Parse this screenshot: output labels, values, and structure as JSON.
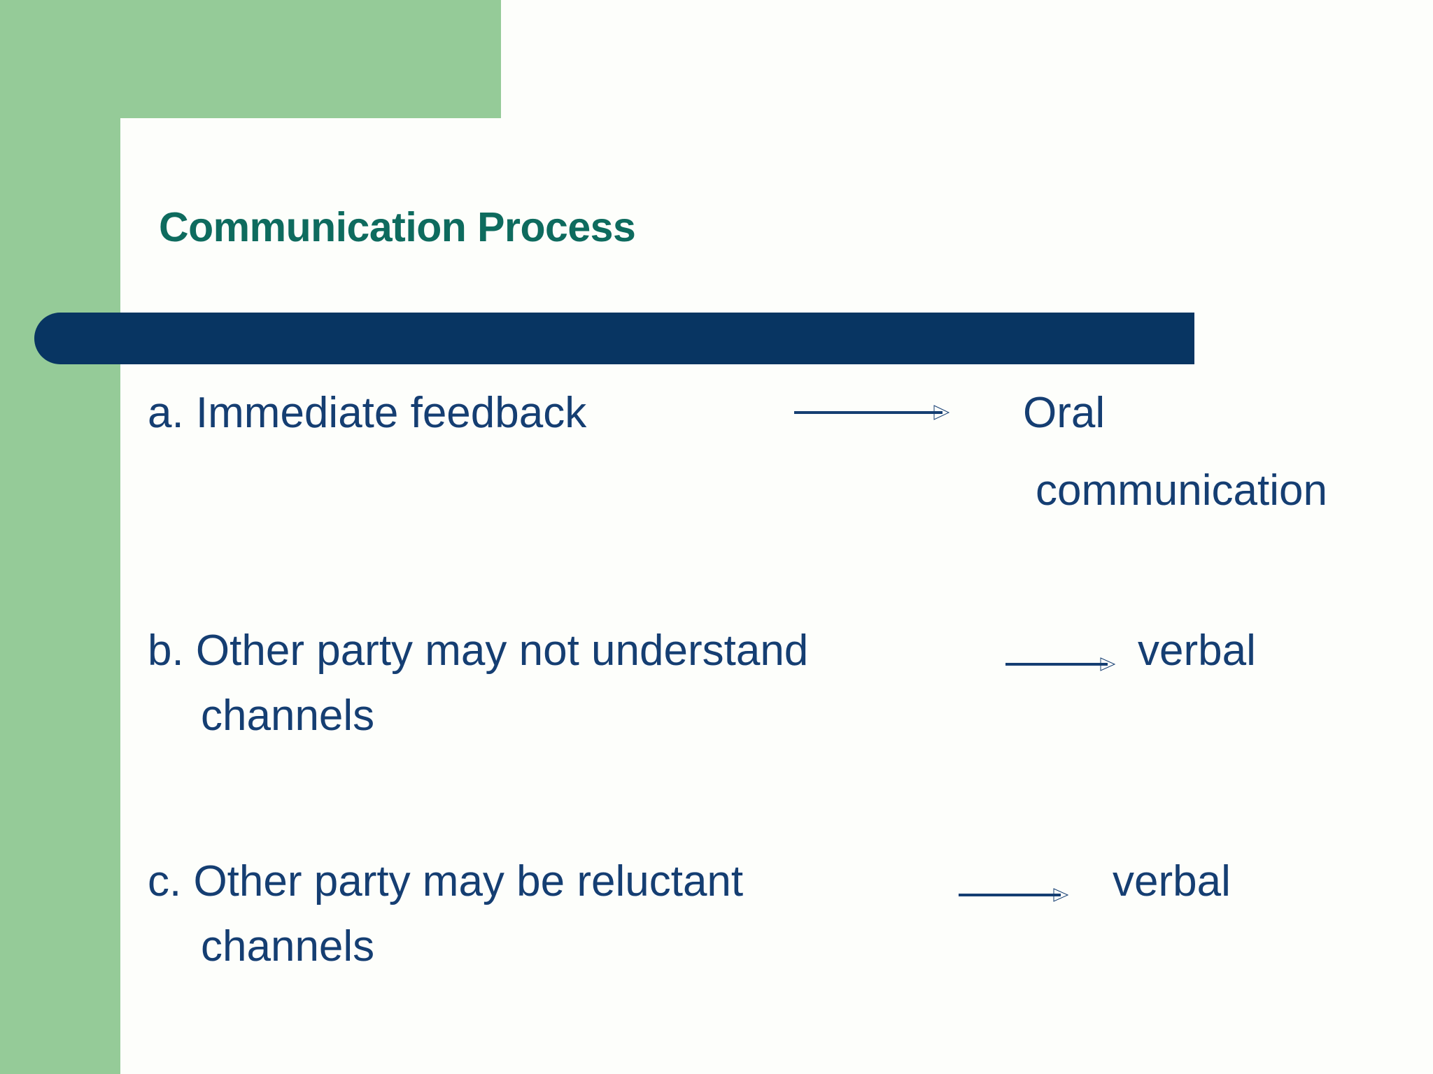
{
  "slide": {
    "title": "Communication Process",
    "theme": {
      "accent_green": "#95CB98",
      "title_teal": "#0E6B5E",
      "rule_navy": "#083562",
      "body_navy": "#153E72",
      "background": "#FDFEFB"
    }
  },
  "body": {
    "items": [
      {
        "label": "a. Immediate feedback",
        "arrow": "right-arrow-icon",
        "result_line1": "Oral",
        "result_line2": "communication"
      },
      {
        "label": "b. Other party may not understand",
        "arrow": "right-arrow-icon",
        "result_line1": "verbal",
        "result_line2": "channels"
      },
      {
        "label": "c. Other party may be reluctant",
        "arrow": "right-arrow-icon",
        "result_line1": "verbal",
        "result_line2": "channels"
      }
    ]
  }
}
